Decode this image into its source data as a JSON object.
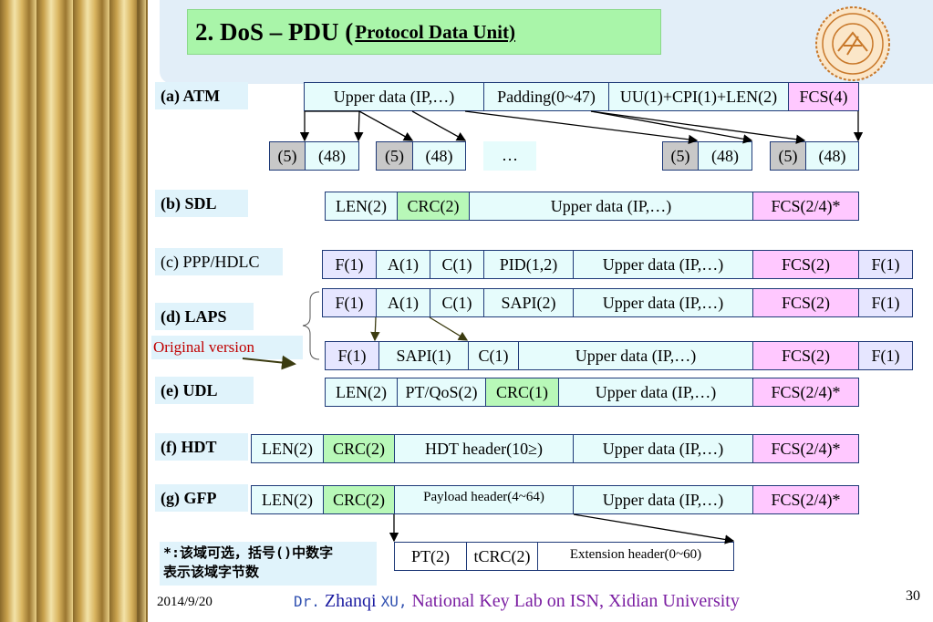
{
  "title": {
    "main": "2. DoS – PDU (",
    "sub": "Protocol Data Unit)"
  },
  "rows": {
    "atm": {
      "label": "(a) ATM",
      "fields": [
        "Upper data (IP,…)",
        "Padding(0~47)",
        "UU(1)+CPI(1)+LEN(2)",
        "FCS(4)"
      ],
      "cells": [
        "(5)",
        "(48)",
        "(5)",
        "(48)",
        "…",
        "(5)",
        "(48)",
        "(5)",
        "(48)"
      ]
    },
    "sdl": {
      "label": "(b) SDL",
      "fields": [
        "LEN(2)",
        "CRC(2)",
        "Upper data (IP,…)",
        "FCS(2/4)*"
      ]
    },
    "ppp": {
      "label": "(c) PPP/HDLC",
      "fields": [
        "F(1)",
        "A(1)",
        "C(1)",
        "PID(1,2)",
        "Upper data (IP,…)",
        "FCS(2)",
        "F(1)"
      ]
    },
    "laps": {
      "label": "(d) LAPS",
      "fields": [
        "F(1)",
        "A(1)",
        "C(1)",
        "SAPI(2)",
        "Upper data (IP,…)",
        "FCS(2)",
        "F(1)"
      ],
      "original_label": "Original version",
      "original_fields": [
        "F(1)",
        "SAPI(1)",
        "C(1)",
        "Upper data (IP,…)",
        "FCS(2)",
        "F(1)"
      ]
    },
    "udl": {
      "label": "(e) UDL",
      "fields": [
        "LEN(2)",
        "PT/QoS(2)",
        "CRC(1)",
        "Upper data (IP,…)",
        "FCS(2/4)*"
      ]
    },
    "hdt": {
      "label": "(f) HDT",
      "fields": [
        "LEN(2)",
        "CRC(2)",
        "HDT header(10≥)",
        "Upper data (IP,…)",
        "FCS(2/4)*"
      ]
    },
    "gfp": {
      "label": "(g) GFP",
      "fields": [
        "LEN(2)",
        "CRC(2)",
        "Payload header(4~64)",
        "Upper data (IP,…)",
        "FCS(2/4)*"
      ],
      "sub_fields": [
        "PT(2)",
        "tCRC(2)",
        "Extension header(0~60)"
      ]
    }
  },
  "note": {
    "line1": "*:该域可选，括号()中数字",
    "line2": "表示该域字节数"
  },
  "footer": {
    "date": "2014/9/20",
    "dr": "Dr.",
    "name": "Zhanqi",
    "xu": "XU,",
    "org": "National Key Lab on ISN, Xidian University",
    "page": "30"
  }
}
